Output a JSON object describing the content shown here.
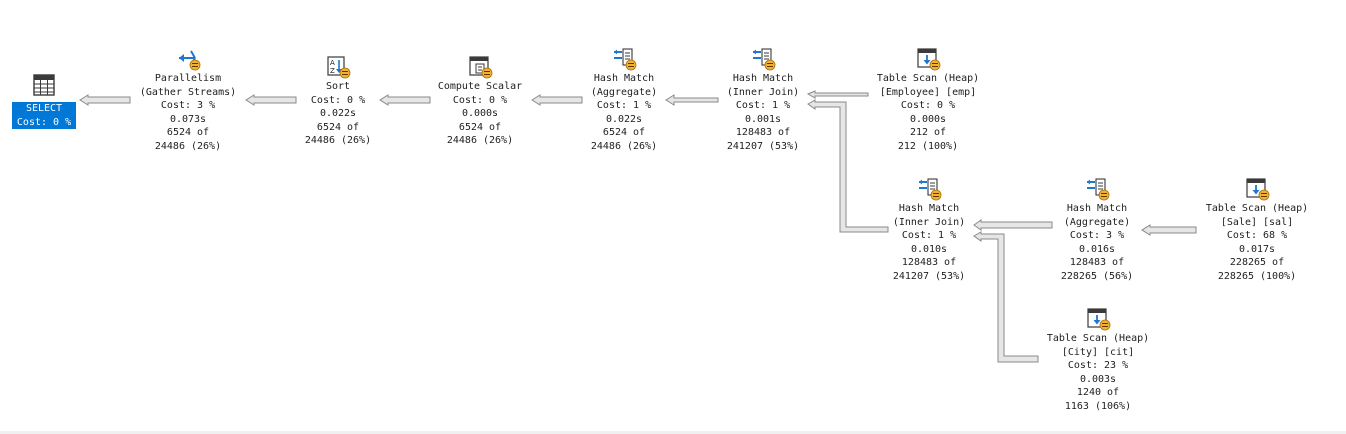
{
  "plan": {
    "colors": {
      "selected_bg": "#0078d7",
      "selected_fg": "#ffffff",
      "arrow_fill": "#e6e6e6",
      "arrow_stroke": "#8a8a8a",
      "text": "#1e1e1e"
    },
    "nodes": {
      "select": {
        "icon": "select-result-icon",
        "title": "SELECT",
        "cost": "Cost: 0 %"
      },
      "parallelism": {
        "icon": "parallelism-icon",
        "title": "Parallelism",
        "subtitle": "(Gather Streams)",
        "cost": "Cost: 3 %",
        "time": "0.073s",
        "rows": "6524 of",
        "estimate": "24486 (26%)"
      },
      "sort": {
        "icon": "sort-icon",
        "title": "Sort",
        "cost": "Cost: 0 %",
        "time": "0.022s",
        "rows": "6524 of",
        "estimate": "24486 (26%)"
      },
      "compute": {
        "icon": "compute-scalar-icon",
        "title": "Compute Scalar",
        "cost": "Cost: 0 %",
        "time": "0.000s",
        "rows": "6524 of",
        "estimate": "24486 (26%)"
      },
      "hash_agg1": {
        "icon": "hash-match-icon",
        "title": "Hash Match",
        "subtitle": "(Aggregate)",
        "cost": "Cost: 1 %",
        "time": "0.022s",
        "rows": "6524 of",
        "estimate": "24486 (26%)"
      },
      "hash_join1": {
        "icon": "hash-match-icon",
        "title": "Hash Match",
        "subtitle": "(Inner Join)",
        "cost": "Cost: 1 %",
        "time": "0.001s",
        "rows": "128483 of",
        "estimate": "241207 (53%)"
      },
      "scan_emp": {
        "icon": "table-scan-icon",
        "title": "Table Scan (Heap)",
        "subtitle": "[Employee] [emp]",
        "cost": "Cost: 0 %",
        "time": "0.000s",
        "rows": "212 of",
        "estimate": "212 (100%)"
      },
      "hash_join2": {
        "icon": "hash-match-icon",
        "title": "Hash Match",
        "subtitle": "(Inner Join)",
        "cost": "Cost: 1 %",
        "time": "0.010s",
        "rows": "128483 of",
        "estimate": "241207 (53%)"
      },
      "hash_agg2": {
        "icon": "hash-match-icon",
        "title": "Hash Match",
        "subtitle": "(Aggregate)",
        "cost": "Cost: 3 %",
        "time": "0.016s",
        "rows": "128483 of",
        "estimate": "228265 (56%)"
      },
      "scan_sal": {
        "icon": "table-scan-icon",
        "title": "Table Scan (Heap)",
        "subtitle": "[Sale] [sal]",
        "cost": "Cost: 68 %",
        "time": "0.017s",
        "rows": "228265 of",
        "estimate": "228265 (100%)"
      },
      "scan_cit": {
        "icon": "table-scan-icon",
        "title": "Table Scan (Heap)",
        "subtitle": "[City] [cit]",
        "cost": "Cost: 23 %",
        "time": "0.003s",
        "rows": "1240 of",
        "estimate": "1163 (106%)"
      }
    }
  }
}
